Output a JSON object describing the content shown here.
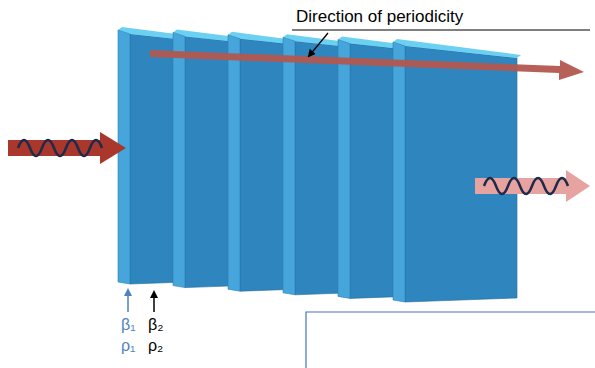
{
  "diagram": {
    "labels": [
      "Direction of periodicity",
      "β₁",
      "ρ₁",
      "β₂",
      "ρ₂"
    ]
  }
}
